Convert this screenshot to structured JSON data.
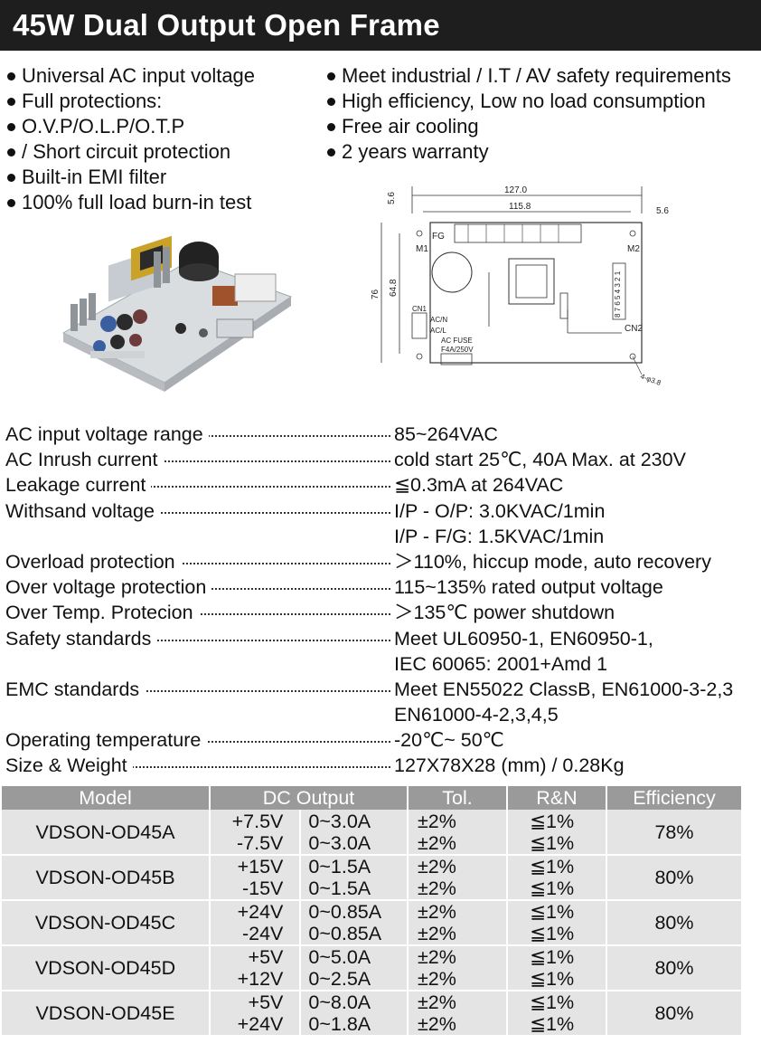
{
  "title": "45W  Dual Output  Open Frame",
  "features_left": [
    "Universal AC input voltage",
    "Full protections:",
    "O.V.P/O.L.P/O.T.P",
    "/ Short circuit protection",
    "Built-in EMI filter",
    "100% full load burn-in test"
  ],
  "features_right": [
    "Meet industrial / I.T / AV safety requirements",
    "High efficiency, Low no load consumption",
    "Free air cooling",
    "2 years warranty"
  ],
  "drawing": {
    "dim_127": "127.0",
    "dim_115": "115.8",
    "dim_5_6_top": "5.6",
    "dim_5_6_right": "5.6",
    "dim_76": "76",
    "dim_64_8": "64.8",
    "fg": "FG",
    "m1": "M1",
    "m2": "M2",
    "cn1": "CN1",
    "cn2": "CN2",
    "acn": "AC/N",
    "acl": "AC/L",
    "acfuse": "AC FUSE",
    "fuse_rating": "F4A/250V",
    "pins": "8 7 6 5 4 3 2 1",
    "hole": "4-φ3.8"
  },
  "specs": [
    {
      "label": "AC input voltage range",
      "value": "85~264VAC"
    },
    {
      "label": "AC Inrush current",
      "value": "cold start 25℃,  40A  Max. at  230V"
    },
    {
      "label": "Leakage current",
      "value": "≦0.3mA at 264VAC"
    },
    {
      "label": "Withsand voltage",
      "value": " I/P - O/P: 3.0KVAC/1min"
    },
    {
      "label": "",
      "value": " I/P - F/G: 1.5KVAC/1min"
    },
    {
      "label": "Overload protection",
      "value": "＞110%, hiccup mode, auto recovery"
    },
    {
      "label": "Over voltage protection",
      "value": "115~135% rated output voltage"
    },
    {
      "label": "Over Temp. Protecion",
      "value": "＞135℃ power shutdown"
    },
    {
      "label": "Safety standards",
      "value": "Meet UL60950-1, EN60950-1,"
    },
    {
      "label": "",
      "value": " IEC 60065: 2001+Amd 1"
    },
    {
      "label": "EMC standards",
      "value": "Meet EN55022 ClassB, EN61000-3-2,3"
    },
    {
      "label": "",
      "value": " EN61000-4-2,3,4,5"
    },
    {
      "label": "Operating temperature",
      "value": "-20℃~ 50℃"
    },
    {
      "label": "Size & Weight",
      "value": "127X78X28 (mm)  /  0.28Kg"
    }
  ],
  "table": {
    "headers": [
      "Model",
      "DC Output",
      "Tol.",
      "R&N",
      "Efficiency"
    ],
    "models": [
      {
        "model": "VDSON-OD45A",
        "efficiency": "78%",
        "rows": [
          {
            "voltage": "+7.5V",
            "current": "0~3.0A",
            "tol": "±2%",
            "rn": "≦1%"
          },
          {
            "voltage": "-7.5V",
            "current": "0~3.0A",
            "tol": "±2%",
            "rn": "≦1%"
          }
        ]
      },
      {
        "model": "VDSON-OD45B",
        "efficiency": "80%",
        "rows": [
          {
            "voltage": "+15V",
            "current": "0~1.5A",
            "tol": "±2%",
            "rn": "≦1%"
          },
          {
            "voltage": "-15V",
            "current": "0~1.5A",
            "tol": "±2%",
            "rn": "≦1%"
          }
        ]
      },
      {
        "model": "VDSON-OD45C",
        "efficiency": "80%",
        "rows": [
          {
            "voltage": "+24V",
            "current": "0~0.85A",
            "tol": "±2%",
            "rn": "≦1%"
          },
          {
            "voltage": "-24V",
            "current": "0~0.85A",
            "tol": "±2%",
            "rn": "≦1%"
          }
        ]
      },
      {
        "model": "VDSON-OD45D",
        "efficiency": "80%",
        "rows": [
          {
            "voltage": "+5V",
            "current": "0~5.0A",
            "tol": "±2%",
            "rn": "≦1%"
          },
          {
            "voltage": "+12V",
            "current": "0~2.5A",
            "tol": "±2%",
            "rn": "≦1%"
          }
        ]
      },
      {
        "model": "VDSON-OD45E",
        "efficiency": "80%",
        "rows": [
          {
            "voltage": "+5V",
            "current": "0~8.0A",
            "tol": "±2%",
            "rn": "≦1%"
          },
          {
            "voltage": "+24V",
            "current": "0~1.8A",
            "tol": "±2%",
            "rn": "≦1%"
          }
        ]
      }
    ]
  }
}
